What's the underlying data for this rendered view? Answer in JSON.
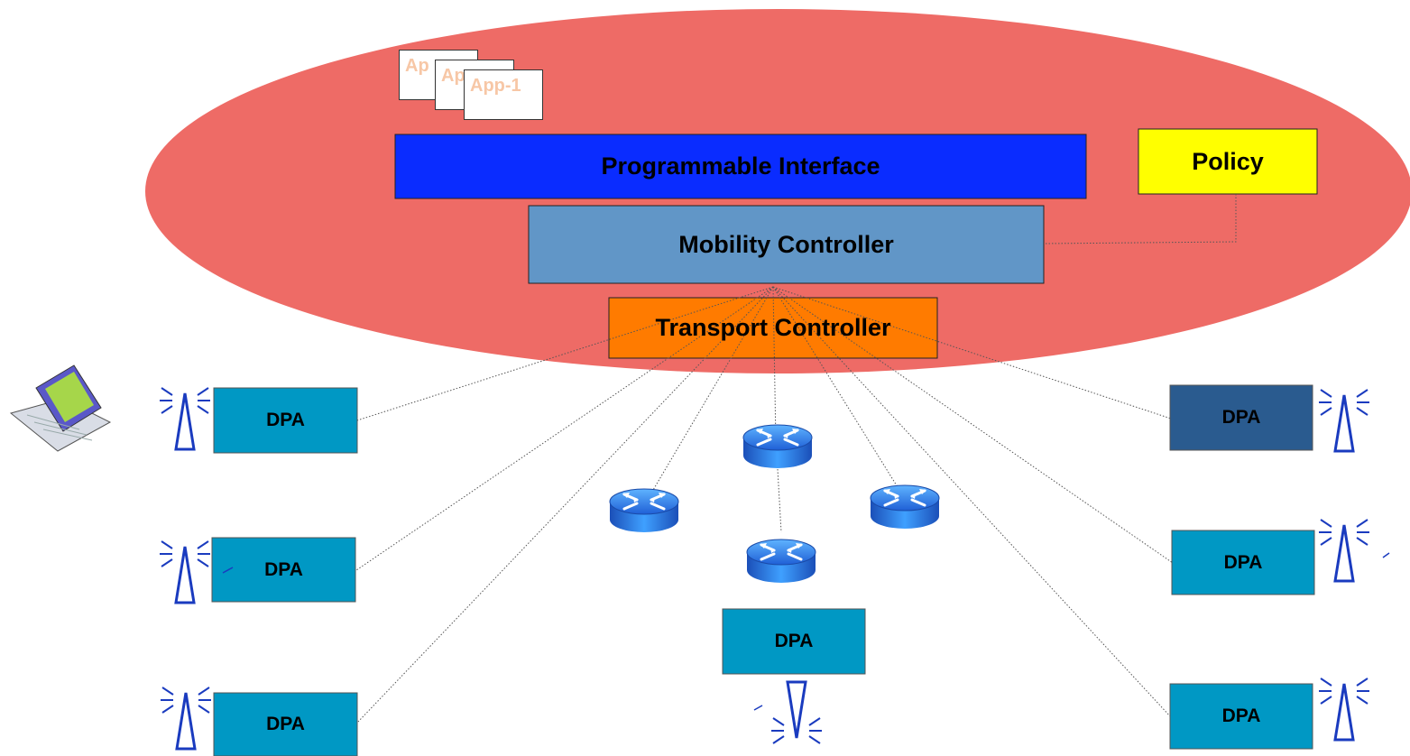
{
  "apps": [
    "Ap",
    "Ap",
    "App-1"
  ],
  "layers": {
    "programmable_interface": "Programmable Interface",
    "policy": "Policy",
    "mobility_controller": "Mobility Controller",
    "transport_controller": "Transport Controller"
  },
  "dpa_label": "DPA",
  "colors": {
    "cloud": "#ee6b66",
    "programmable_interface": "#0a2cff",
    "policy": "#ffff00",
    "mobility_controller": "#6196c7",
    "transport_controller": "#ff7b00",
    "dpa": "#0098c4",
    "dpa_highlight": "#2a5b8f",
    "antenna": "#1a3bbf"
  }
}
